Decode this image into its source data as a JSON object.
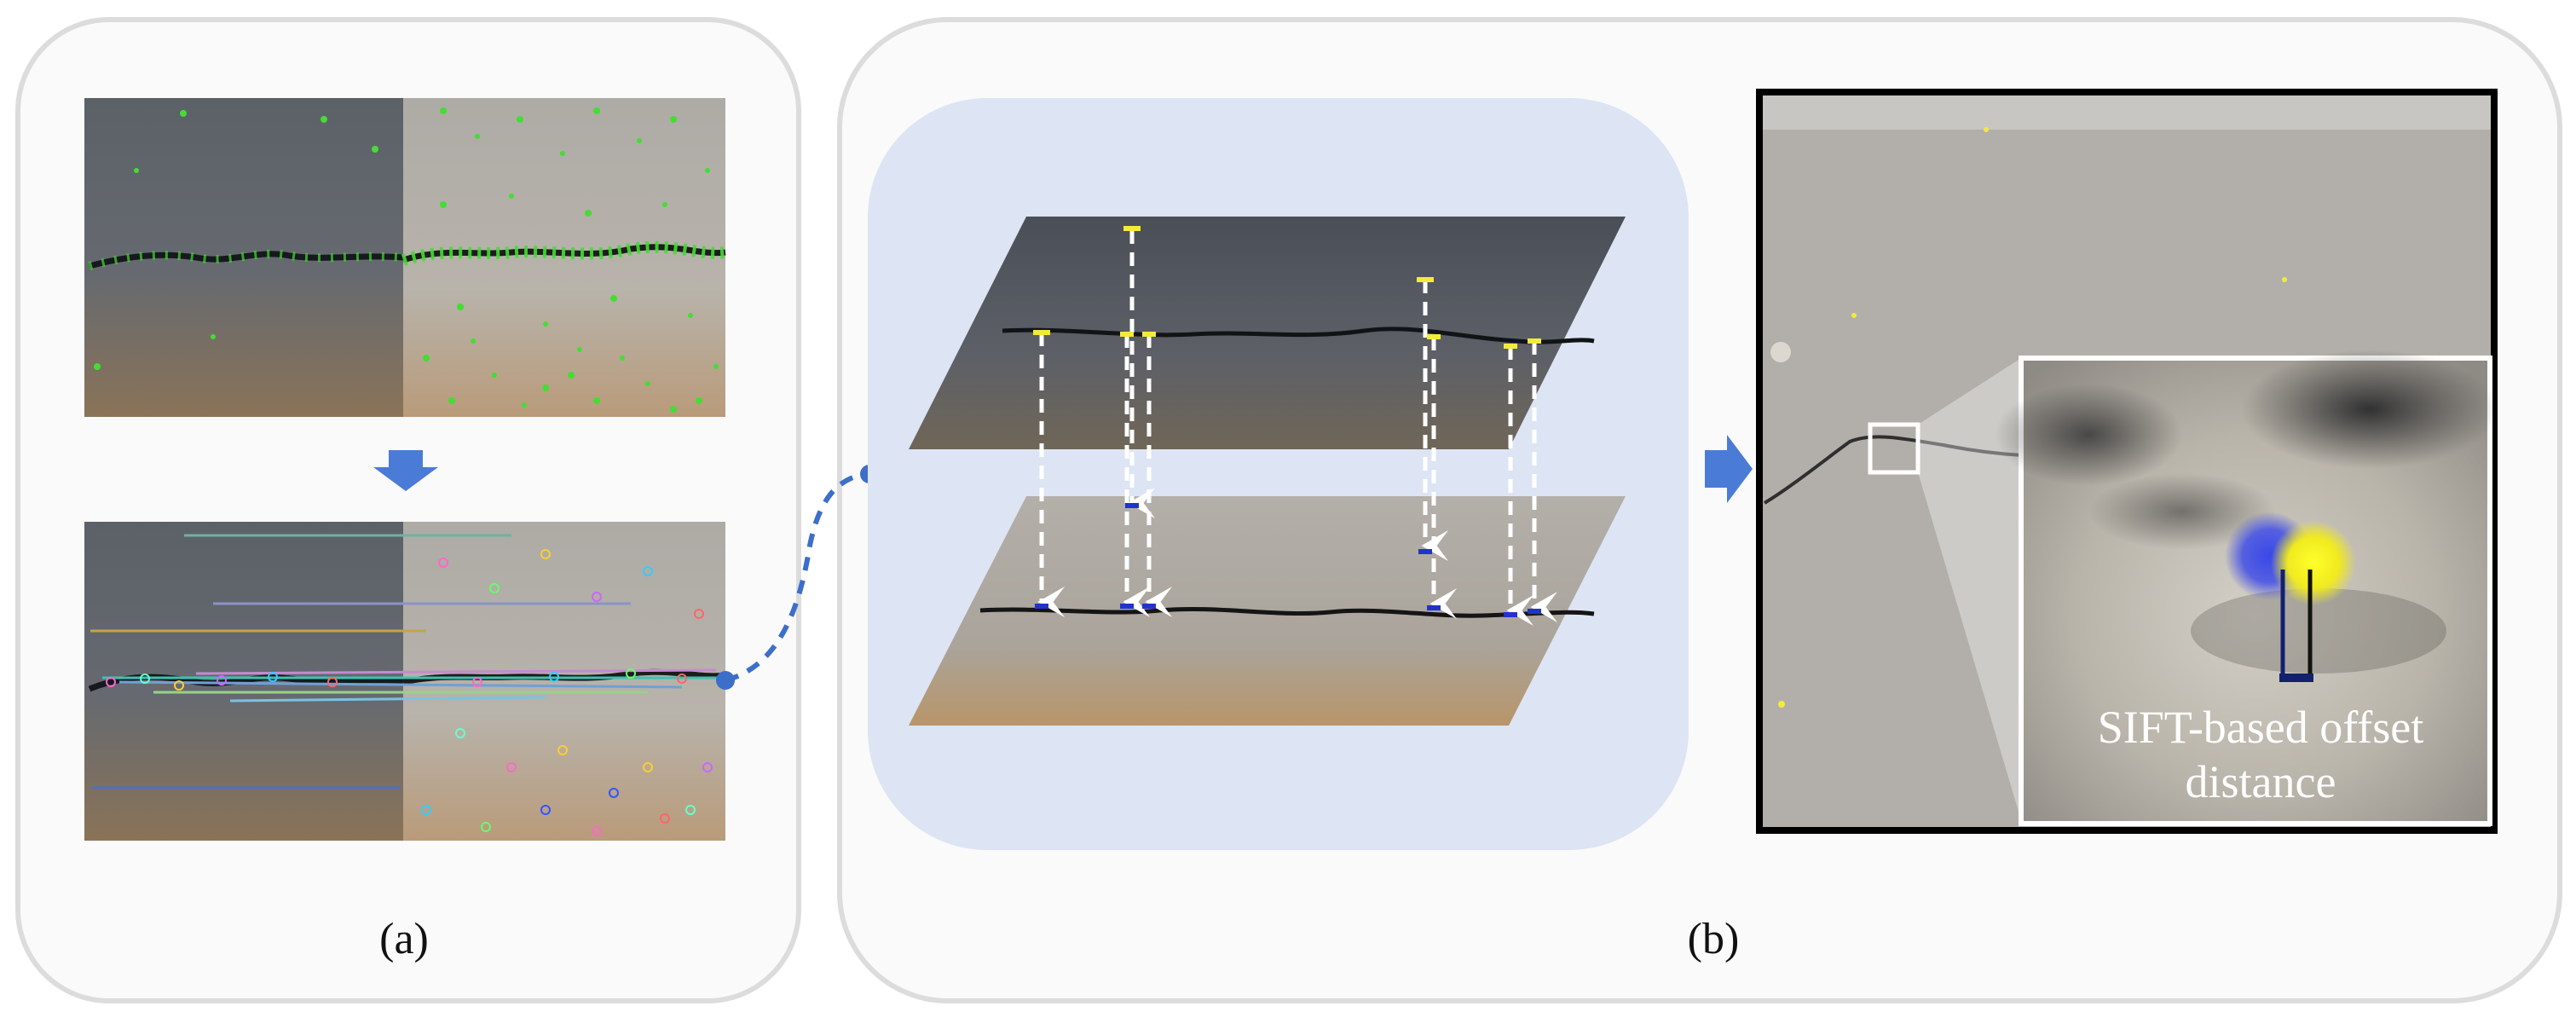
{
  "captions": {
    "a": "(a)",
    "b": "(b)"
  },
  "zoom_label": {
    "line1": "SIFT-based offset",
    "line2": "distance"
  },
  "colors": {
    "arrow_blue": "#4a7bd6",
    "connector_blue": "#3d6ec9",
    "panel_border": "#dcdcdc",
    "inner_panel": "#dde4f4",
    "keypoint_green": "#44dd33",
    "yellow_marker": "#f4ea3a",
    "blue_marker": "#2233cc",
    "offset_bar": "#12206e"
  },
  "icons": [
    "down-arrow-icon",
    "right-arrow-icon",
    "zoom-box-icon"
  ]
}
